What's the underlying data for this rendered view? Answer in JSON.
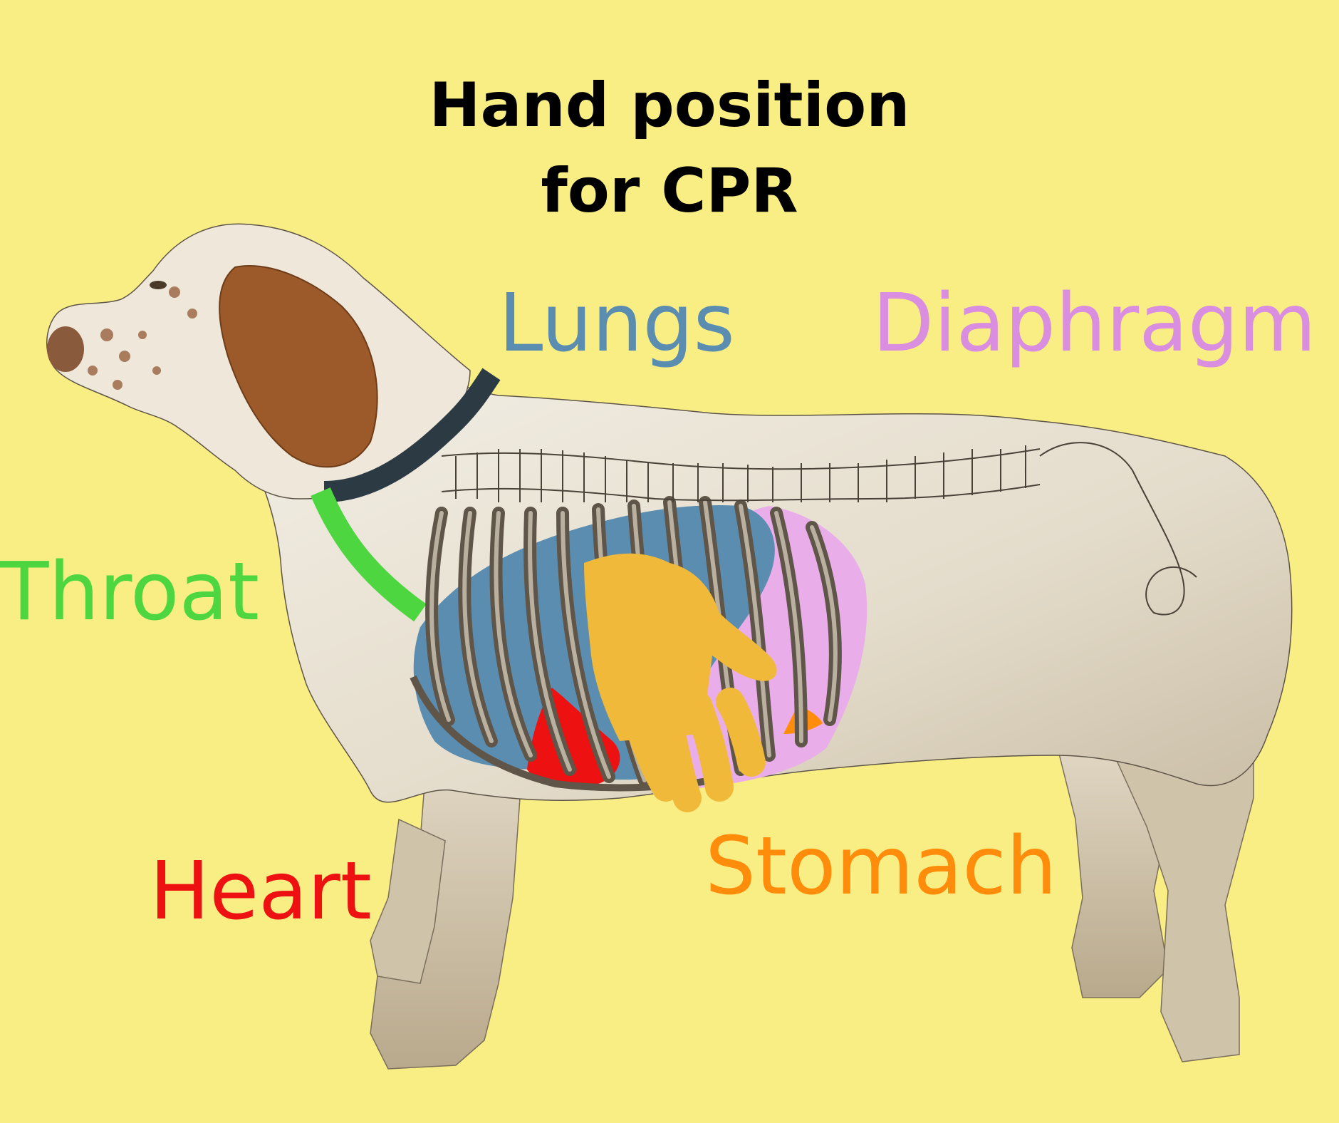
{
  "title": {
    "line1": "Hand position",
    "line2": "for CPR"
  },
  "labels": {
    "lungs": "Lungs",
    "diaphragm": "Diaphragm",
    "throat": "Throat",
    "heart": "Heart",
    "stomach": "Stomach"
  },
  "colors": {
    "background": "#f9ee84",
    "title": "#000000",
    "lungs": "#5b8db0",
    "diaphragm": "#d98ee0",
    "throat": "#4ed640",
    "heart": "#ee1111",
    "stomach": "#ff8c0a",
    "hand": "#f0b93a",
    "dog_coat": "#ece6d8",
    "dog_ears": "#9c5a2a"
  }
}
